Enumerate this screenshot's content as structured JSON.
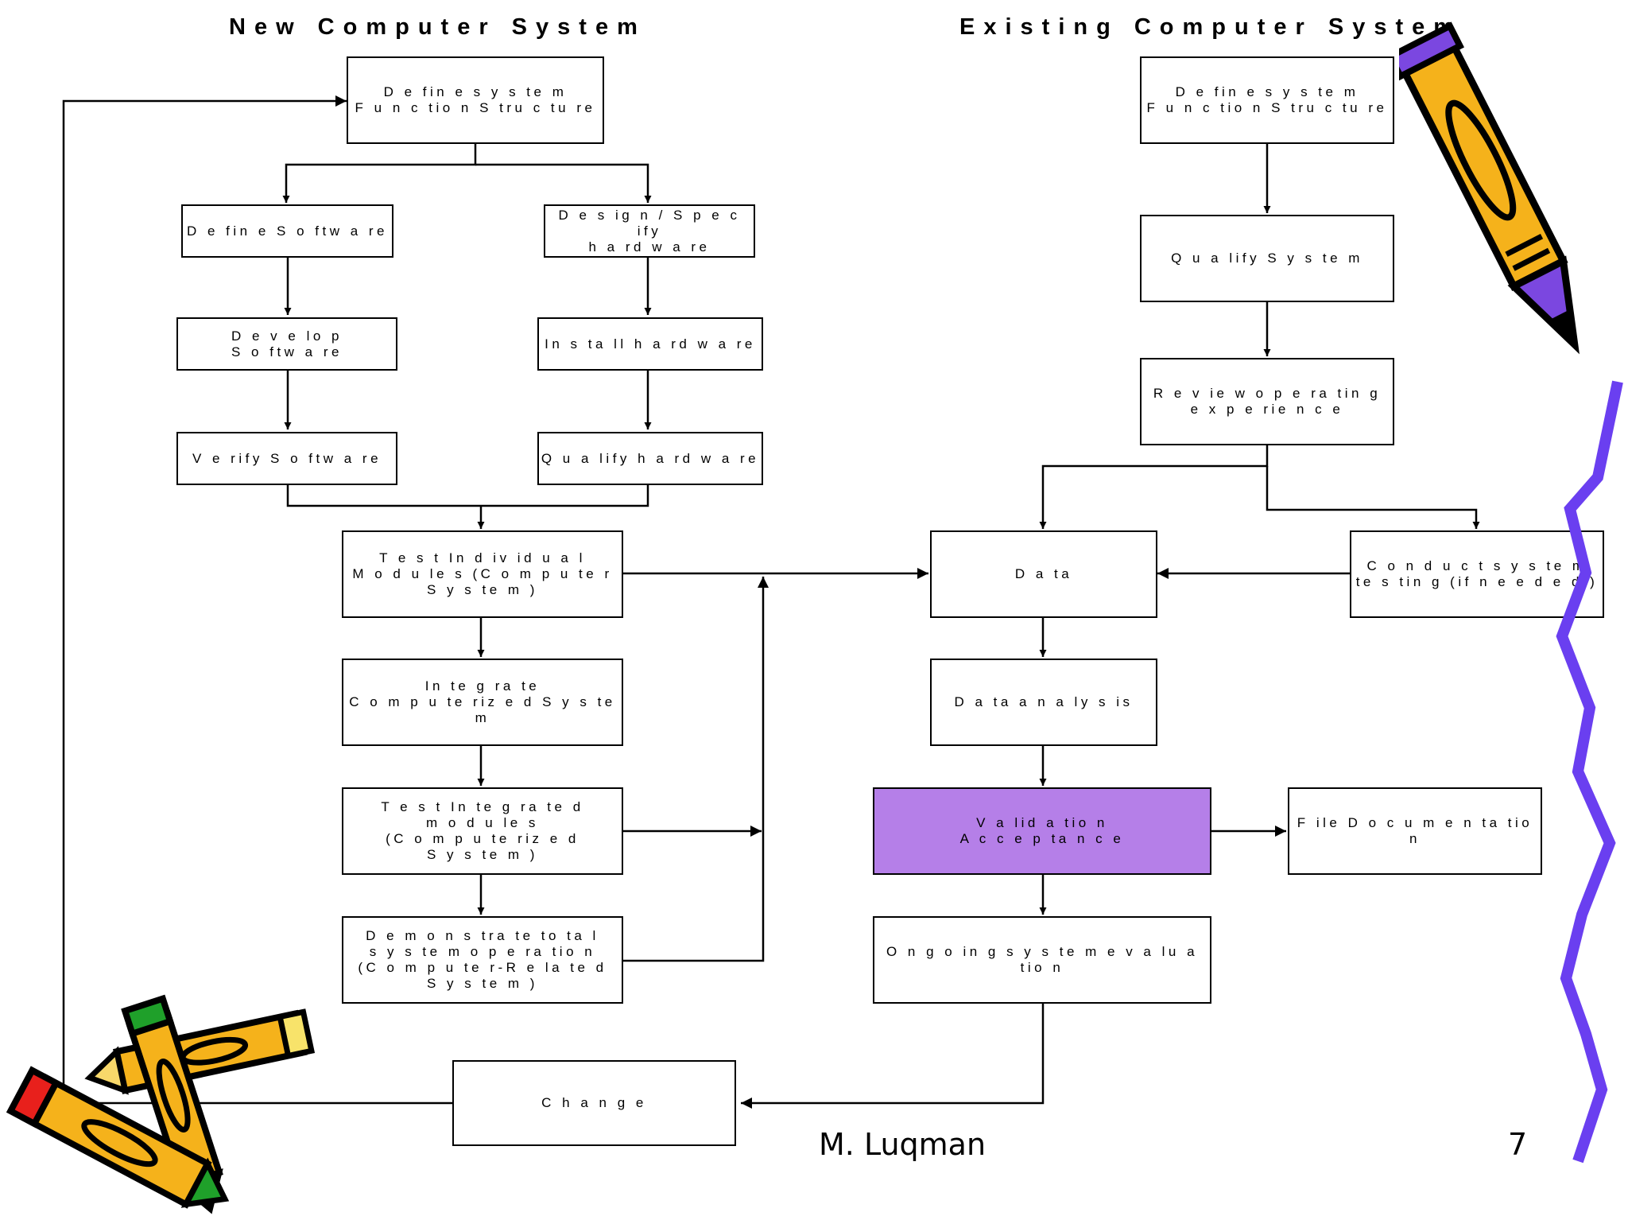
{
  "headings": {
    "new": "New Computer System",
    "existing": "Existing Computer System"
  },
  "boxes": {
    "new_define_system": "D e fin e s y s te m\nF u n c tio n  S tru c tu re",
    "define_software": "D e fin e  S o ftw a re",
    "design_hardware": "D e s ig n / S p e c ify\nh a rd w a re",
    "develop_software": "D e v e lo p\nS o ftw a re",
    "install_hardware": "In s ta ll  h a rd w a re",
    "verify_software": "V e rify   S o ftw a re",
    "qualify_hardware": "Q u a lify   h a rd w a re",
    "test_individual": "T e s t In d iv id u a l\nM o d u le s (C o m p u te r\nS y s te m )",
    "integrate": "In te g ra te\nC o m p u te riz e d  S y s te m",
    "test_integrated": "T e s t In te g ra te d\nm o d u le s\n(C o m p u te riz e d\nS y s te m )",
    "demonstrate": "D e m o n s tra te  to ta l\ns y s te m  o p e ra tio n\n(C o m p u te r-R e la te d\nS y s te m )",
    "change": "C h a n g e",
    "existing_define_system": "D e fin e s y s te m\nF u n c tio n  S tru c tu re",
    "qualify_system": "Q u a lify  S y s te m",
    "review": "R e v ie w  o p e ra tin g\ne x p e rie n c e",
    "data": "D a ta",
    "conduct_testing": "C o n d u c t s y s te m\nte s tin g  (if  n e e d e d )",
    "data_analysis": "D a ta  a n a ly s is",
    "validation": "V a lid a tio n\nA c c e p ta n c e",
    "file_documentation": "F ile  D o c u m e n ta tio n",
    "ongoing": "O n g o in g  s y s te m  e v a lu a tio n"
  },
  "footer": {
    "author": "M. Luqman",
    "page_number": "7"
  },
  "colors": {
    "highlight": "#b57fe8",
    "pencil_body": "#f5b21b",
    "pencil_accent": "#7b47e0",
    "squiggle": "#6a3ff0",
    "crayon_red": "#e8201c",
    "crayon_green": "#1fa02a"
  },
  "decorations": [
    "pencil-clipart",
    "crayons-clipart",
    "squiggle-line-clipart"
  ]
}
